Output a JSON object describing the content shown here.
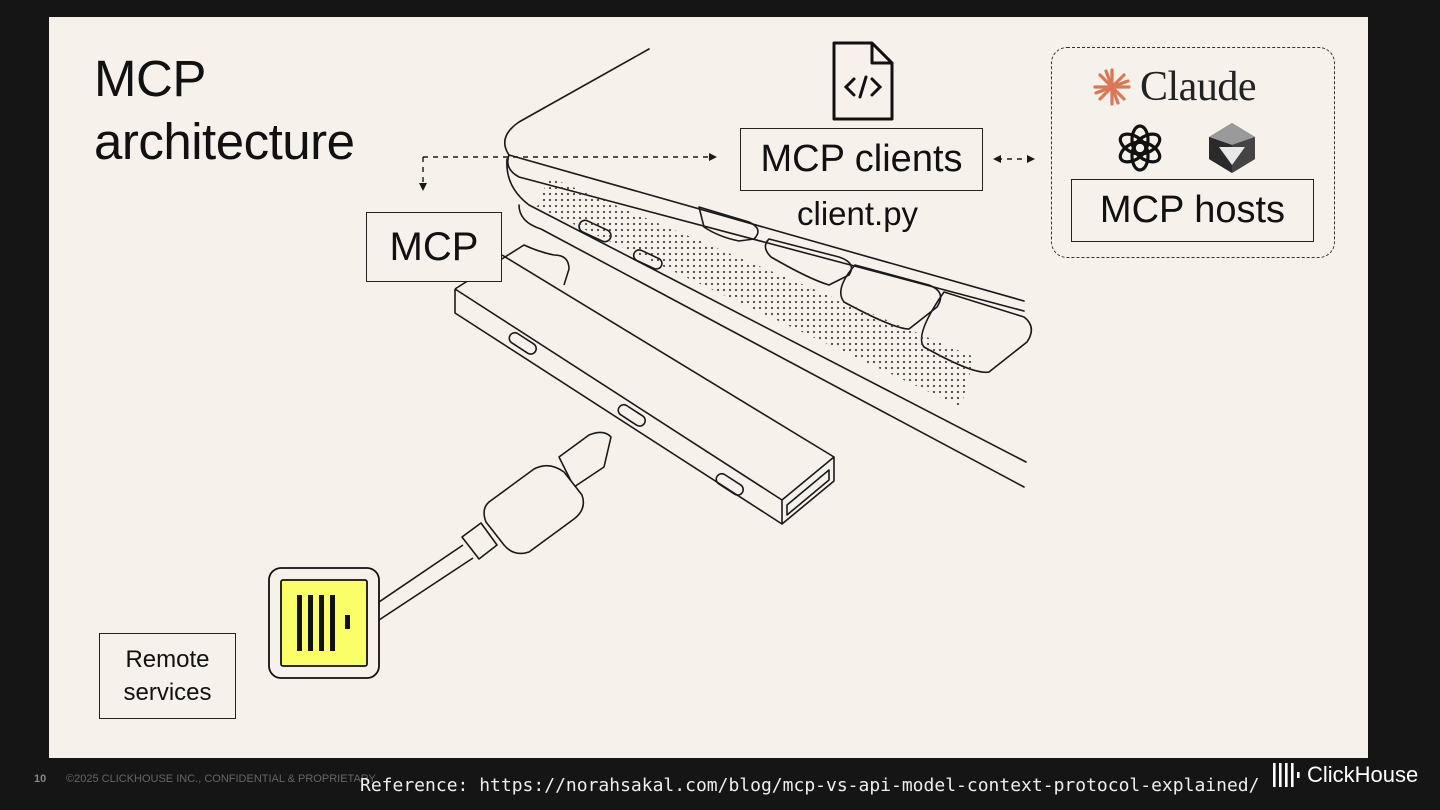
{
  "slide": {
    "title_line1": "MCP",
    "title_line2": "architecture",
    "mcp_label": "MCP",
    "clients_label": "MCP clients",
    "client_file": "client.py",
    "hosts_label": "MCP hosts",
    "claude_wordmark": "Claude",
    "remote_line1": "Remote",
    "remote_line2": "services",
    "icons": [
      "code-file-icon",
      "claude-logo-icon",
      "openai-logo-icon",
      "perplexity-logo-icon",
      "clickhouse-logo-icon"
    ]
  },
  "footer": {
    "page_number": "10",
    "copyright": "©2025 CLICKHOUSE INC., CONFIDENTIAL & PROPRIETARY",
    "reference": "Reference: https://norahsakal.com/blog/mcp-vs-api-model-context-protocol-explained/",
    "brand": "ClickHouse"
  },
  "colors": {
    "slide_bg": "#f6f1eb",
    "page_bg": "#151515",
    "claude_accent": "#d97757",
    "clickhouse_yellow": "#faff69"
  }
}
